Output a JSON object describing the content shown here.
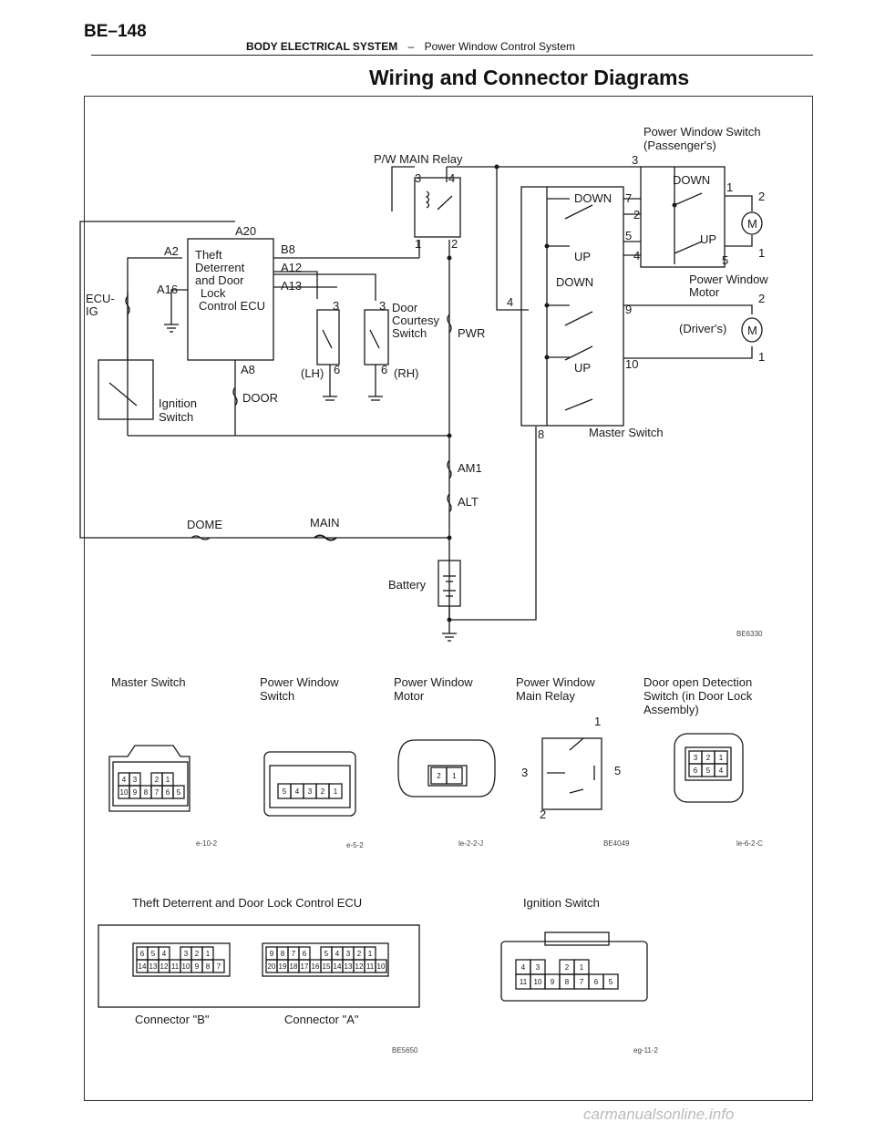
{
  "header": {
    "page_number": "BE–148",
    "section": "BODY ELECTRICAL SYSTEM",
    "separator": "–",
    "subsection": "Power Window Control System",
    "title": "Wiring and Connector Diagrams"
  },
  "wiring": {
    "code": "BE6330",
    "labels": {
      "pw_switch": "Power Window Switch",
      "passenger": "(Passenger's)",
      "relay": "P/W MAIN Relay",
      "ecu_theft": "Theft",
      "ecu_deterrent": "Deterrent",
      "ecu_door": "and Door",
      "ecu_lock": "Lock",
      "ecu_control": "Control ECU",
      "ecu_ig": "ECU-",
      "ecu_ig2": "IG",
      "door": "Door",
      "courtesy": "Courtesy",
      "switch": "Switch",
      "lh": "(LH)",
      "rh": "(RH)",
      "pwr": "PWR",
      "door_fuse": "DOOR",
      "ign1": "Ignition",
      "ign2": "Switch",
      "am1": "AM1",
      "alt": "ALT",
      "dome": "DOME",
      "main": "MAIN",
      "battery": "Battery",
      "down": "DOWN",
      "up": "UP",
      "pw_motor1": "Power Window",
      "pw_motor2": "Motor",
      "drivers": "(Driver's)",
      "master_switch": "Master Switch",
      "motor_m": "M"
    },
    "pins": [
      "A20",
      "A2",
      "A16",
      "B8",
      "A12",
      "A13",
      "A8",
      "3",
      "4",
      "1",
      "2",
      "3",
      "3",
      "6",
      "6",
      "3",
      "7",
      "2",
      "5",
      "4",
      "1",
      "2",
      "5",
      "1",
      "4",
      "9",
      "10",
      "8",
      "2",
      "1"
    ]
  },
  "connectors": [
    {
      "title": "Master Switch",
      "lines": [
        "Master Switch"
      ],
      "code": "e-10-2",
      "rows": [
        [
          "4",
          "3",
          "",
          "2",
          "1"
        ],
        [
          "10",
          "9",
          "8",
          "7",
          "6",
          "5"
        ]
      ]
    },
    {
      "title": "Power Window Switch",
      "lines": [
        "Power Window",
        "Switch"
      ],
      "code": "e-5-2",
      "rows": [
        [
          "5",
          "4",
          "3",
          "2",
          "1"
        ]
      ]
    },
    {
      "title": "Power Window Motor",
      "lines": [
        "Power Window",
        "Motor"
      ],
      "code": "le-2-2-J",
      "rows": [
        [
          "2",
          "1"
        ]
      ]
    },
    {
      "title": "Power Window Main Relay",
      "lines": [
        "Power Window",
        "Main Relay"
      ],
      "code": "BE4049",
      "pins": [
        "1",
        "3",
        "5",
        "2"
      ]
    },
    {
      "title": "Door open Detection Switch (in Door Lock Assembly)",
      "lines": [
        "Door open Detection",
        "Switch (in Door Lock",
        "Assembly)"
      ],
      "code": "le-6-2-C",
      "rows": [
        [
          "3",
          "2",
          "1"
        ],
        [
          "6",
          "5",
          "4"
        ]
      ]
    }
  ],
  "ecu_connectors": {
    "title": "Theft Deterrent and Door Lock Control ECU",
    "b_label": "Connector \"B\"",
    "a_label": "Connector \"A\"",
    "b_rows": [
      [
        "6",
        "5",
        "4",
        "",
        "3",
        "2",
        "1"
      ],
      [
        "14",
        "13",
        "12",
        "11",
        "10",
        "9",
        "8",
        "7"
      ]
    ],
    "a_rows": [
      [
        "9",
        "8",
        "7",
        "6",
        "",
        "5",
        "4",
        "3",
        "2",
        "1"
      ],
      [
        "20",
        "19",
        "18",
        "17",
        "16",
        "15",
        "14",
        "13",
        "12",
        "11",
        "10"
      ]
    ],
    "code": "BE5650"
  },
  "ignition_connector": {
    "title": "Ignition Switch",
    "rows": [
      [
        "4",
        "3",
        "",
        "2",
        "1"
      ],
      [
        "11",
        "10",
        "9",
        "8",
        "7",
        "6",
        "5"
      ]
    ],
    "code": "eg-11-2"
  },
  "watermark": "carmanualsonline.info"
}
